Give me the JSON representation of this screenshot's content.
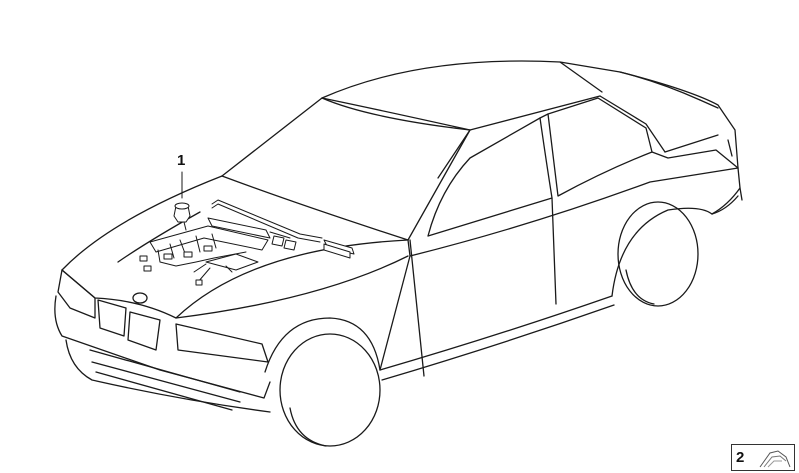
{
  "diagram": {
    "callouts": [
      {
        "label": "1",
        "part": "wiring-harness-kit"
      }
    ],
    "page_link": {
      "label": "2"
    }
  },
  "colors": {
    "line": "#1a1a1a",
    "background": "#ffffff"
  }
}
